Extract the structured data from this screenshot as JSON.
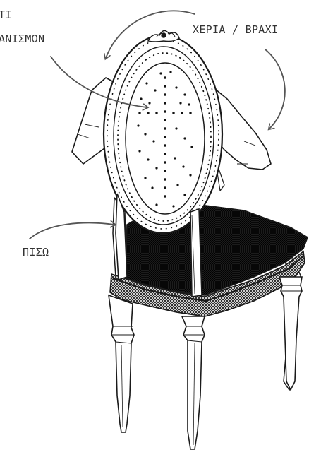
{
  "labels": {
    "top_left_line1": "ΤΙ",
    "top_left_line2": "ΑΝΙΣΜΩΝ",
    "arms_back": "ΧΕΡΙΑ / ΒΡΑΧΙ",
    "back": "ΠΙΣΩ"
  },
  "colors": {
    "ink": "#1a1a1a",
    "text": "#333333",
    "arrow": "#555555",
    "background": "#ffffff"
  }
}
